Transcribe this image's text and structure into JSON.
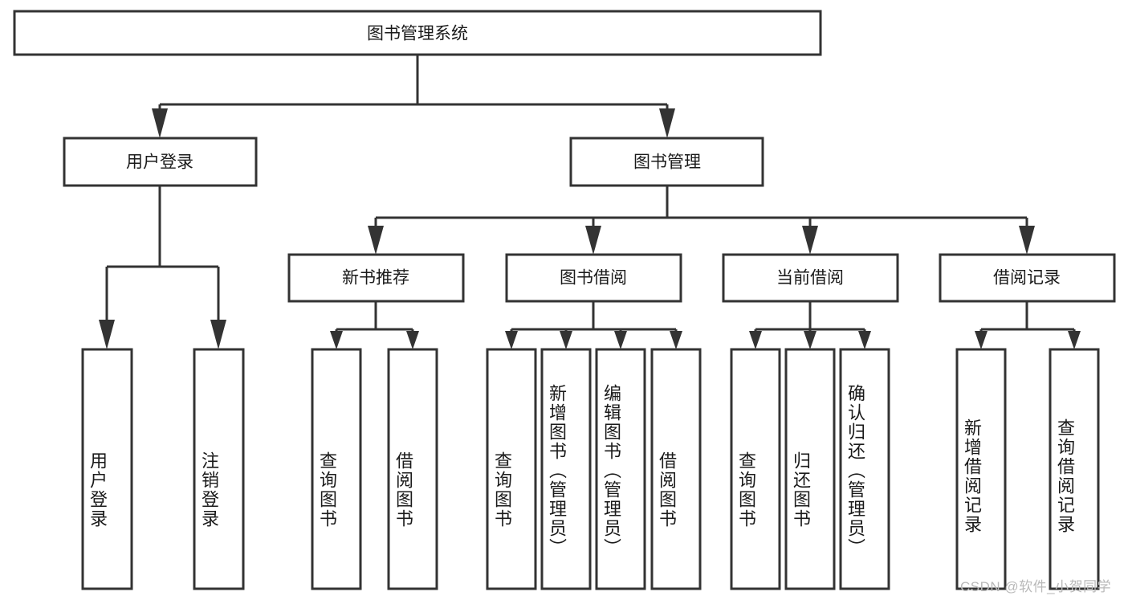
{
  "diagram": {
    "type": "tree",
    "title": "图书管理系统",
    "orientation": "top-down",
    "colors": {
      "box_stroke": "#333333",
      "box_fill": "#ffffff",
      "connector": "#333333",
      "text": "#1a1a1a",
      "background": "#ffffff",
      "watermark": "#b9b9b9"
    },
    "root": {
      "label": "图书管理系统"
    },
    "level2": [
      {
        "label": "用户登录"
      },
      {
        "label": "图书管理"
      }
    ],
    "level3": [
      {
        "label": "新书推荐"
      },
      {
        "label": "图书借阅"
      },
      {
        "label": "当前借阅"
      },
      {
        "label": "借阅记录"
      }
    ],
    "leaves": {
      "user_login": [
        {
          "label": "用户登录"
        },
        {
          "label": "注销登录"
        }
      ],
      "new_book_recommend": [
        {
          "label": "查询图书"
        },
        {
          "label": "借阅图书"
        }
      ],
      "book_borrow": [
        {
          "label": "查询图书"
        },
        {
          "label": "新增图书（管理员）"
        },
        {
          "label": "编辑图书（管理员）"
        },
        {
          "label": "借阅图书"
        }
      ],
      "current_borrow": [
        {
          "label": "查询图书"
        },
        {
          "label": "归还图书"
        },
        {
          "label": "确认归还（管理员）"
        }
      ],
      "borrow_record": [
        {
          "label": "新增借阅记录"
        },
        {
          "label": "查询借阅记录"
        }
      ]
    },
    "watermark": "CSDN @软件_小贺同学"
  }
}
